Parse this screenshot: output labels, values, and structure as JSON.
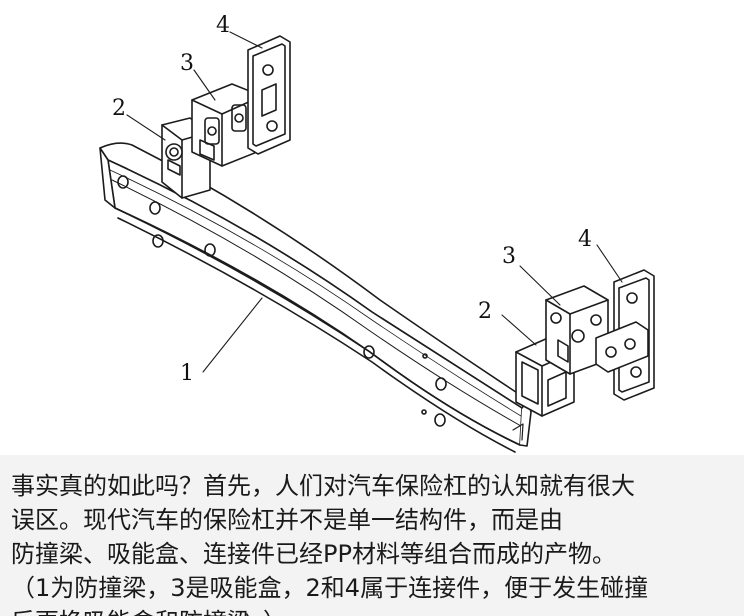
{
  "figure": {
    "callouts": {
      "beam": "1",
      "left_crash_box": "2",
      "left_bracket": "3",
      "left_plate": "4",
      "right_crash_box": "2",
      "right_bracket": "3",
      "right_plate": "4"
    }
  },
  "caption": {
    "lines": [
      "事实真的如此吗？首先，人们对汽车保险杠的认知就有很大",
      "误区。现代汽车的保险杠并不是单一结构件，而是由",
      "防撞梁、吸能盒、连接件已经PP材料等组合而成的产物。",
      "（1为防撞梁，3是吸能盒，2和4属于连接件，便于发生碰撞",
      "后更换吸能盒和防撞梁。）"
    ]
  }
}
